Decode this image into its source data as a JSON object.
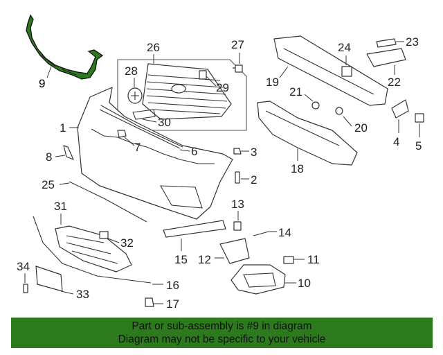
{
  "callouts": {
    "c1": "1",
    "c2": "2",
    "c3": "3",
    "c4": "4",
    "c5": "5",
    "c6": "6",
    "c7": "7",
    "c8": "8",
    "c9": "9",
    "c10": "10",
    "c11": "11",
    "c12": "12",
    "c13": "13",
    "c14": "14",
    "c15": "15",
    "c16": "16",
    "c17": "17",
    "c18": "18",
    "c19": "19",
    "c20": "20",
    "c21": "21",
    "c22": "22",
    "c23": "23",
    "c24": "24",
    "c25": "25",
    "c26": "26",
    "c27": "27",
    "c28": "28",
    "c29": "29",
    "c30": "30",
    "c31": "31",
    "c32": "32",
    "c33": "33",
    "c34": "34"
  },
  "highlight": {
    "part_number": "9",
    "color": "#2d7a1e"
  },
  "footer": {
    "line1": "Part or sub-assembly is #9 in diagram",
    "line2": "Diagram may not be specific to your vehicle"
  }
}
